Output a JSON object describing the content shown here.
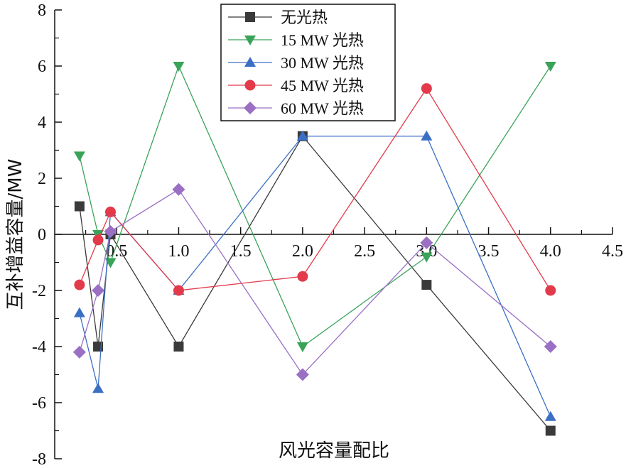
{
  "chart_data": {
    "type": "line",
    "xlabel": "风光容量配比",
    "ylabel": "互补增益容量/MW",
    "xlim": [
      0,
      4.5
    ],
    "ylim": [
      -8,
      8
    ],
    "x_ticks": [
      "0.5",
      "1.0",
      "1.5",
      "2.0",
      "2.5",
      "3.0",
      "3.5",
      "4.0",
      "4.5"
    ],
    "x_tick_values": [
      0.5,
      1.0,
      1.5,
      2.0,
      2.5,
      3.0,
      3.5,
      4.0,
      4.5
    ],
    "y_ticks": [
      "8",
      "6",
      "4",
      "2",
      "0",
      "-2",
      "-4",
      "-6",
      "-8"
    ],
    "y_tick_values": [
      8,
      6,
      4,
      2,
      0,
      -2,
      -4,
      -6,
      -8
    ],
    "x": [
      0.2,
      0.35,
      0.45,
      1.0,
      2.0,
      3.0,
      4.0
    ],
    "legend_position": "top-center",
    "grid": false,
    "series": [
      {
        "name": "无光热",
        "color": "#3a3a3a",
        "marker": "square",
        "values": [
          1.0,
          -4.0,
          0.0,
          -4.0,
          3.5,
          -1.8,
          -7.0
        ]
      },
      {
        "name": "15 MW 光热",
        "color": "#3aa35a",
        "marker": "triangle-down",
        "values": [
          2.8,
          0.0,
          -1.0,
          6.0,
          -4.0,
          -0.8,
          6.0
        ]
      },
      {
        "name": "30 MW 光热",
        "color": "#3a6fc4",
        "marker": "triangle-up",
        "values": [
          -2.8,
          -5.5,
          0.8,
          -2.0,
          3.5,
          3.5,
          -6.5
        ]
      },
      {
        "name": "45 MW 光热",
        "color": "#e23a4a",
        "marker": "circle",
        "values": [
          -1.8,
          -0.2,
          0.8,
          -2.0,
          -1.5,
          5.2,
          -2.0
        ]
      },
      {
        "name": "60 MW 光热",
        "color": "#9a6fc4",
        "marker": "diamond",
        "values": [
          -4.2,
          -2.0,
          0.1,
          1.6,
          -5.0,
          -0.3,
          -4.0
        ]
      }
    ]
  }
}
